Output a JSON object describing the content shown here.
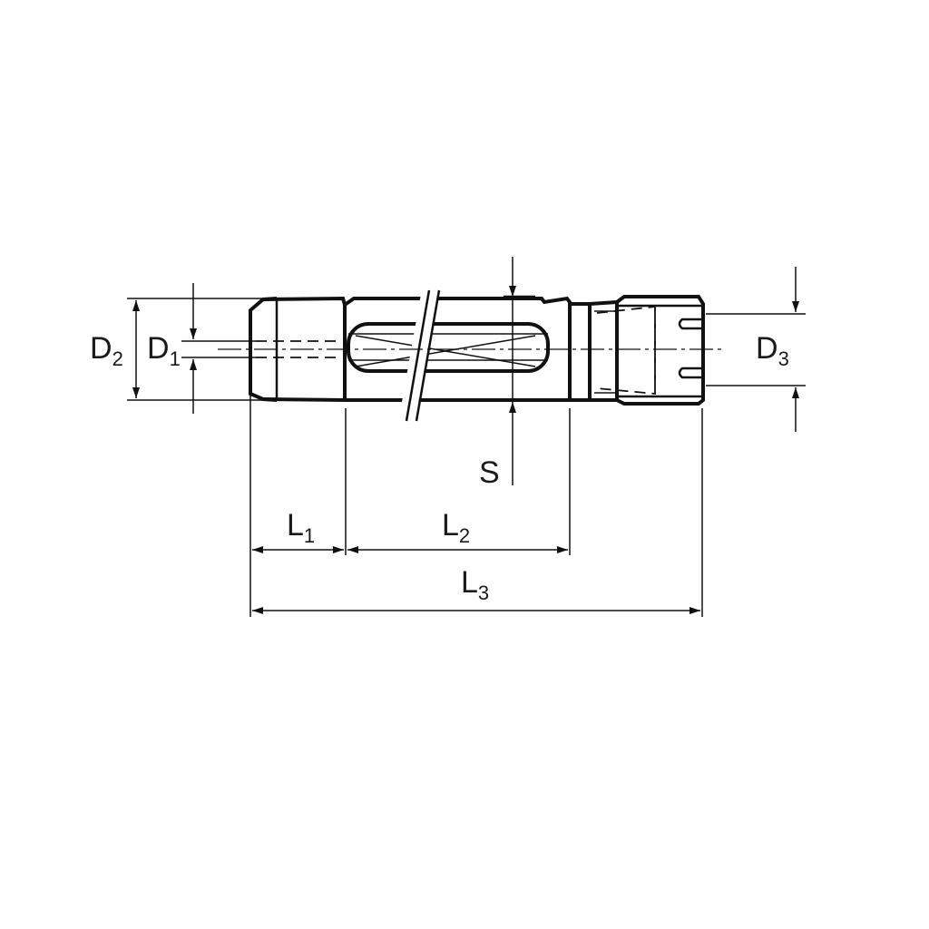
{
  "labels": {
    "d2": {
      "main": "D",
      "sub": "2"
    },
    "d1": {
      "main": "D",
      "sub": "1"
    },
    "d3": {
      "main": "D",
      "sub": "3"
    },
    "s": {
      "main": "S"
    },
    "l1": {
      "main": "L",
      "sub": "1"
    },
    "l2": {
      "main": "L",
      "sub": "2"
    },
    "l3": {
      "main": "L",
      "sub": "3"
    }
  },
  "colors": {
    "line": "#111111",
    "background": "#ffffff"
  }
}
